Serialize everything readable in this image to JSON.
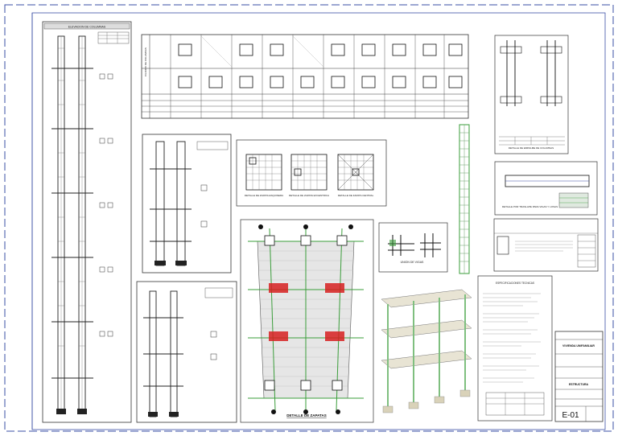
{
  "sheet": {
    "discipline": "ESTRUCTURA",
    "sheet_number": "E-01",
    "project": "VIVIENDA UNIFAMILIAR"
  },
  "panels": {
    "footing_plan_title": "DETALLE DE ZAPATAS",
    "beam_detail_title": "UNION DE VIGAS",
    "footing_detail_1": "DETALLE DE ZAPATA ESQUINERA",
    "footing_detail_2": "DETALLE DE ZAPATA EXCENTRICA",
    "footing_detail_3": "DETALLE DE ZAPATA CENTRAL",
    "splice_title": "DETALLE DE EMPALME DE COLUMNAS",
    "overlap_title": "DETALLE POR TRASLAPE PARA VIGAS Y LOSAS",
    "specs_title": "ESPECIFICACIONES TECNICAS",
    "column_table_header": "CUADRO DE COLUMNAS",
    "column_elev_header": "ELEVACION DE COLUMNAS"
  },
  "colors": {
    "line": "#333333",
    "green": "#3a9d3a",
    "red": "#d62020",
    "grey": "#9a9a9a",
    "blue_border": "#3a4fa6",
    "slab_fill": "#e8e4d4"
  }
}
